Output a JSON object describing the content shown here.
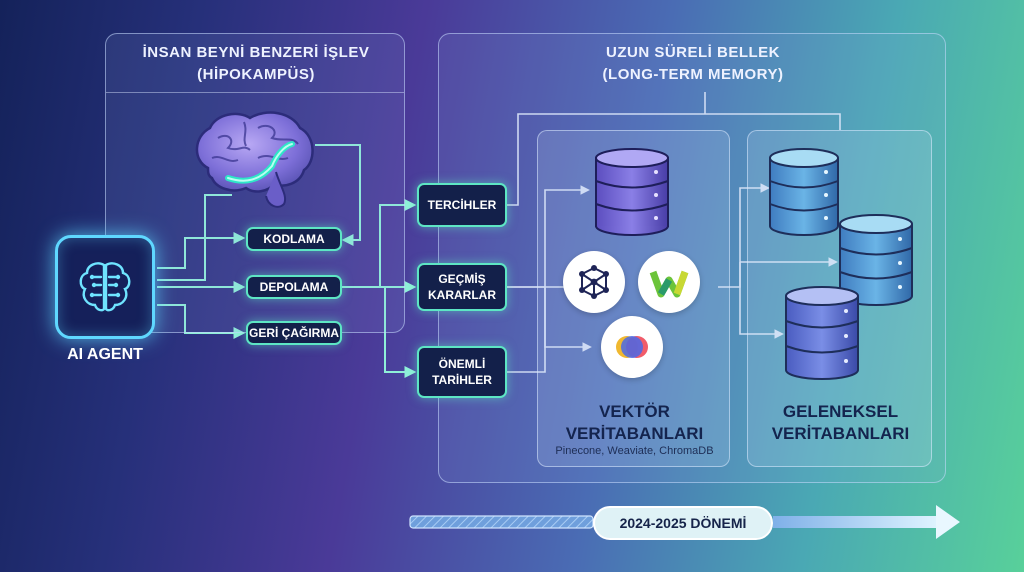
{
  "left_panel": {
    "title_line1": "İNSAN BEYNİ BENZERİ İŞLEV",
    "title_line2": "(HİPOKAMPÜS)"
  },
  "right_panel": {
    "title_line1": "UZUN SÜRELİ BELLEK",
    "title_line2": "(LONG-TERM MEMORY)"
  },
  "agent": {
    "label": "AI AGENT",
    "icon": "brain-circuit-icon"
  },
  "processes": [
    "KODLAMA",
    "DEPOLAMA",
    "GERİ ÇAĞIRMA"
  ],
  "memory_types": [
    {
      "line1": "TERCİHLER",
      "line2": ""
    },
    {
      "line1": "GEÇMİŞ",
      "line2": "KARARLAR"
    },
    {
      "line1": "ÖNEMLİ",
      "line2": "TARİHLER"
    }
  ],
  "vector_db": {
    "title_line1": "VEKTÖR",
    "title_line2": "VERİTABANLARI",
    "examples": "Pinecone, Weaviate, ChromaDB",
    "logos": [
      "pinecone-logo-icon",
      "weaviate-logo-icon",
      "chromadb-logo-icon"
    ]
  },
  "traditional_db": {
    "title_line1": "GELENEKSEL",
    "title_line2": "VERİTABANLARI"
  },
  "timeline": {
    "label": "2024-2025 DÖNEMİ"
  },
  "colors": {
    "accent": "#5de6c4",
    "agent_glow": "#5fd8ff",
    "pill_bg": "#13204a"
  }
}
